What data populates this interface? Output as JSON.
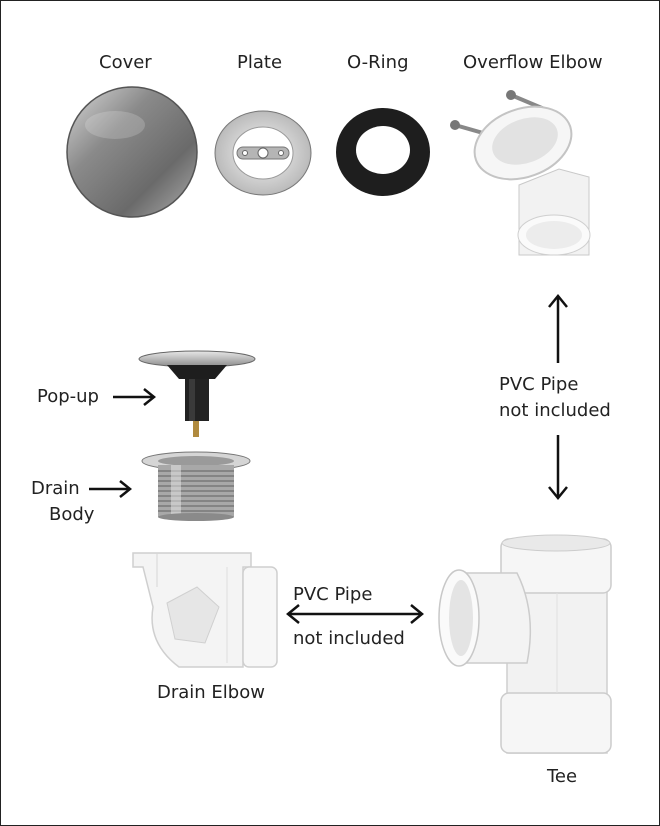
{
  "labels": {
    "cover": "Cover",
    "plate": "Plate",
    "oring": "O-Ring",
    "overflow_elbow": "Overflow Elbow",
    "popup": "Pop-up",
    "drain_body_1": "Drain",
    "drain_body_2": "Body",
    "pvc_vertical_1": "PVC Pipe",
    "pvc_vertical_2": "not included",
    "pvc_horizontal_1": "PVC Pipe",
    "pvc_horizontal_2": "not included",
    "drain_elbow": "Drain Elbow",
    "tee": "Tee"
  },
  "colors": {
    "chrome_dark": "#6d6d6d",
    "chrome_light": "#e6e6e6",
    "pvc_white": "#f4f4f4",
    "pvc_shade": "#d8d8d8",
    "rubber": "#1e1e1e",
    "arrow": "#111111"
  }
}
